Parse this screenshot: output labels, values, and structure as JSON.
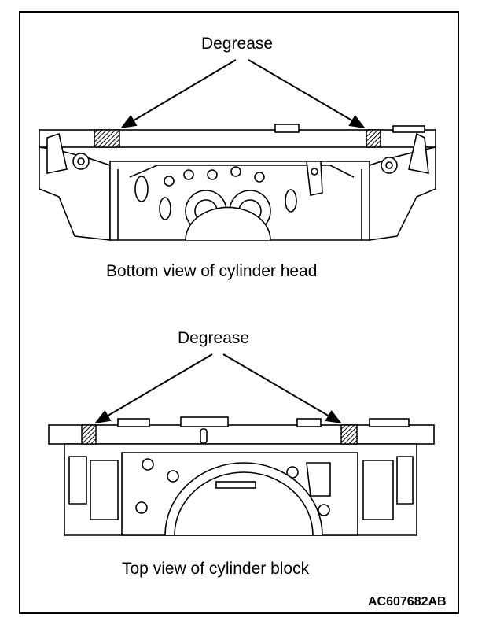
{
  "top_diagram": {
    "callout": "Degrease",
    "caption": "Bottom view of cylinder head"
  },
  "bottom_diagram": {
    "callout": "Degrease",
    "caption": "Top view of cylinder block"
  },
  "figure_code": "AC607682AB"
}
